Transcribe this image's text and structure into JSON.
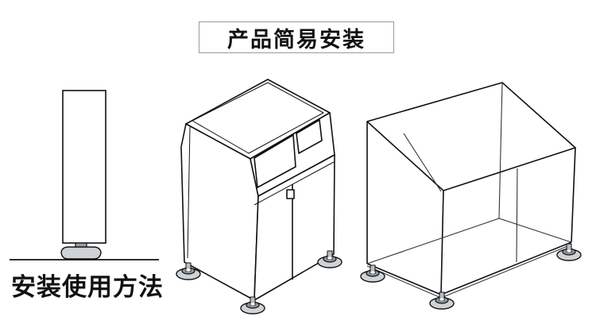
{
  "header": {
    "title": "产品简易安装"
  },
  "footer": {
    "caption": "安装使用方法"
  },
  "illustrations": [
    {
      "name": "leveling-foot-side-view"
    },
    {
      "name": "cabinet-with-feet"
    },
    {
      "name": "frame-with-feet"
    }
  ],
  "colors": {
    "line": "#111111",
    "frame_line": "#333333",
    "foot_fill": "#cfd3d6",
    "foot_dark": "#8e959b",
    "page": "#ffffff"
  }
}
